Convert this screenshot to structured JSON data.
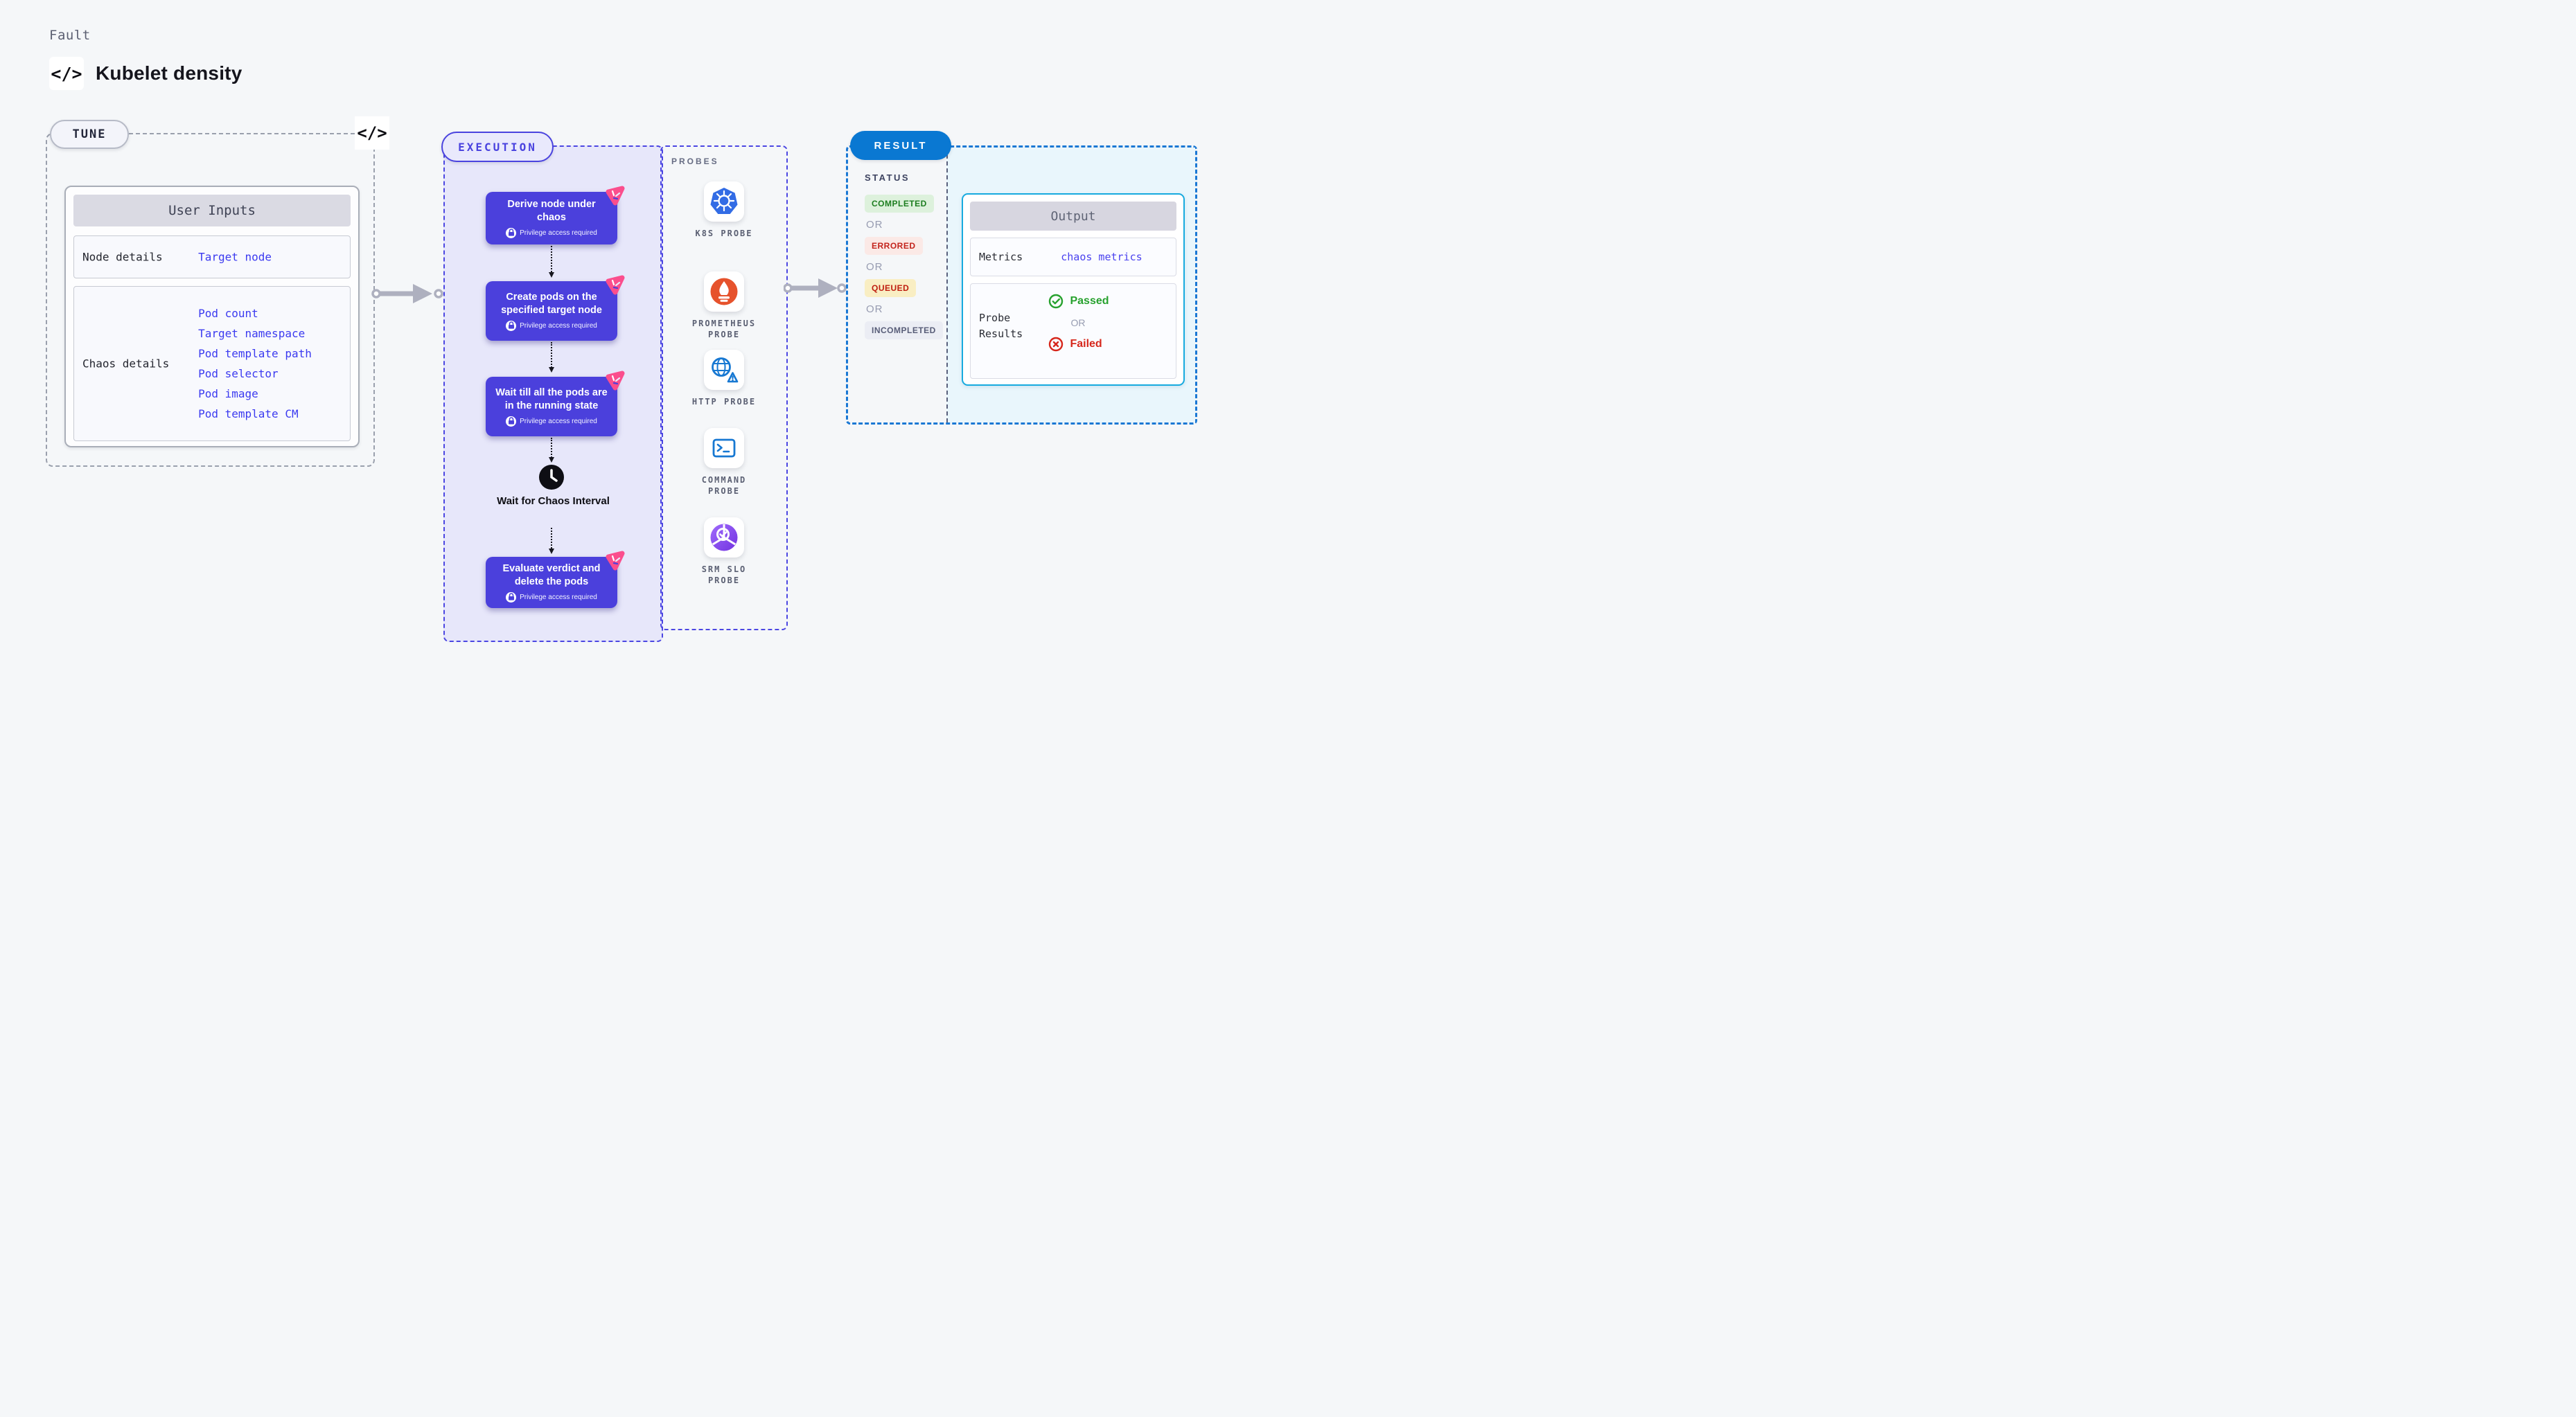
{
  "page": {
    "background": "#f5f7f9"
  },
  "header": {
    "category": "Fault",
    "title": "Kubelet density",
    "code_icon_glyph": "</>"
  },
  "tune": {
    "label": "TUNE",
    "table_header": "User Inputs",
    "rows": [
      {
        "label": "Node details",
        "values": [
          "Target node"
        ]
      },
      {
        "label": "Chaos details",
        "values": [
          "Pod count",
          "Target namespace",
          "Pod template path",
          "Pod selector",
          "Pod image",
          "Pod template CM"
        ]
      }
    ]
  },
  "execution": {
    "label": "EXECUTION",
    "privilege_note": "Privilege access required",
    "steps": [
      {
        "title": "Derive node under chaos"
      },
      {
        "title": "Create pods on the specified target node"
      },
      {
        "title": "Wait till all the pods are in the running state"
      },
      {
        "title": "Evaluate verdict and delete the pods"
      }
    ],
    "wait_step": "Wait for Chaos Interval"
  },
  "probes": {
    "label": "PROBES",
    "items": [
      {
        "name": "K8S PROBE",
        "icon": "kubernetes-icon"
      },
      {
        "name": "PROMETHEUS PROBE",
        "icon": "prometheus-icon"
      },
      {
        "name": "HTTP PROBE",
        "icon": "http-globe-icon"
      },
      {
        "name": "COMMAND PROBE",
        "icon": "terminal-icon"
      },
      {
        "name": "SRM SLO PROBE",
        "icon": "srm-slo-icon"
      }
    ]
  },
  "result": {
    "label": "RESULT",
    "status_label": "STATUS",
    "or_label": "OR",
    "statuses": [
      {
        "text": "COMPLETED",
        "bg": "#ddf1dc",
        "color": "#1d7e20"
      },
      {
        "text": "ERRORED",
        "bg": "#fbe9e6",
        "color": "#c3231c"
      },
      {
        "text": "QUEUED",
        "bg": "#f9eec3",
        "color": "#bf1d0f"
      },
      {
        "text": "INCOMPLETED",
        "bg": "#ebedf4",
        "color": "#585d78"
      }
    ],
    "output": {
      "header": "Output",
      "metrics_label": "Metrics",
      "metrics_value": "chaos metrics",
      "probe_results_label": "Probe Results",
      "passed": "Passed",
      "failed": "Failed"
    }
  },
  "colors": {
    "accent_indigo": "#4b40dc",
    "execution_bg": "#e7e7fa",
    "litmus_pink": "#fb4e8d",
    "result_blue": "#0a78d2",
    "result_border": "#1a78d4",
    "output_border": "#16aadf",
    "output_panel_bg": "#e9f6fc",
    "arrow_gray": "#aeb0bf",
    "kubernetes_blue": "#326ce5",
    "prometheus_orange": "#e6522c",
    "probe_blue": "#1778d2",
    "passed_green": "#27a12e",
    "failed_red": "#d6271c"
  }
}
